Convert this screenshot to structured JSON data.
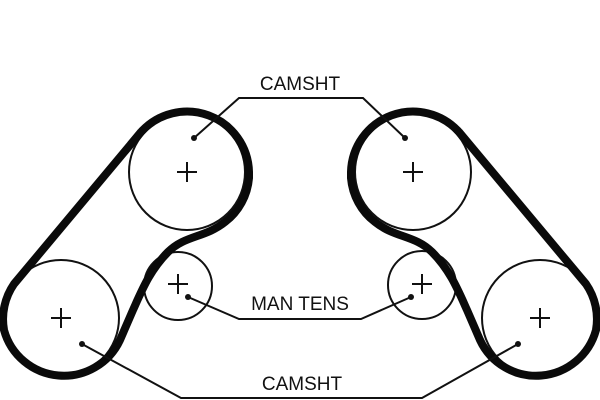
{
  "diagram": {
    "title": "Timing belt routing diagram",
    "labels": {
      "top": "CAMSHT",
      "middle": "MAN TENS",
      "bottom": "CAMSHT"
    },
    "pulleys": [
      {
        "id": "camshaft-top-left",
        "role": "camshaft"
      },
      {
        "id": "camshaft-top-right",
        "role": "camshaft"
      },
      {
        "id": "pulley-bottom-left",
        "role": "camshaft"
      },
      {
        "id": "pulley-bottom-right",
        "role": "camshaft"
      },
      {
        "id": "tensioner-left",
        "role": "manual tensioner"
      },
      {
        "id": "tensioner-right",
        "role": "manual tensioner"
      }
    ],
    "colors": {
      "line": "#111111",
      "background": "#ffffff"
    }
  }
}
